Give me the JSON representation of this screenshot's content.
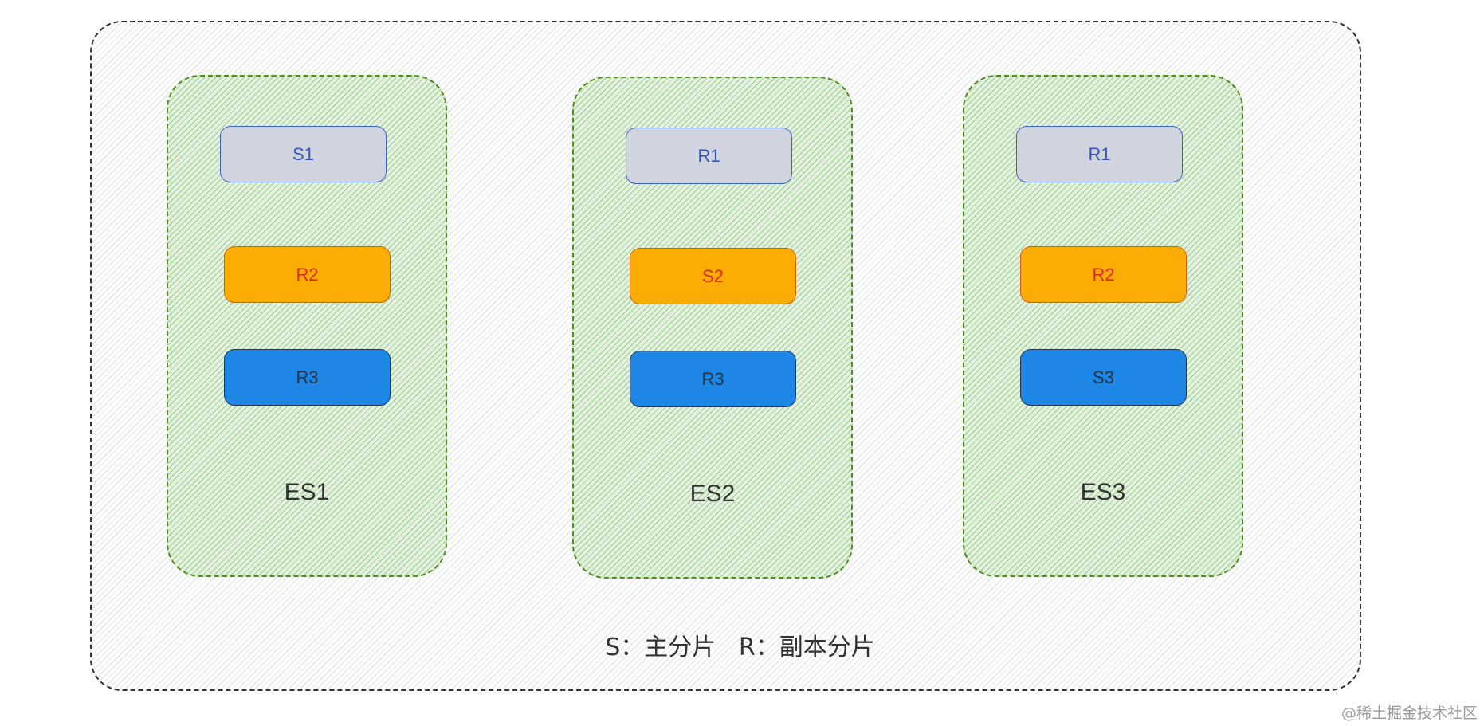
{
  "nodes": [
    {
      "label": "ES1",
      "shards": [
        {
          "label": "S1",
          "color": "gray"
        },
        {
          "label": "R2",
          "color": "orange"
        },
        {
          "label": "R3",
          "color": "blue"
        }
      ]
    },
    {
      "label": "ES2",
      "shards": [
        {
          "label": "R1",
          "color": "gray"
        },
        {
          "label": "S2",
          "color": "orange"
        },
        {
          "label": "R3",
          "color": "blue"
        }
      ]
    },
    {
      "label": "ES3",
      "shards": [
        {
          "label": "R1",
          "color": "gray"
        },
        {
          "label": "R2",
          "color": "orange"
        },
        {
          "label": "S3",
          "color": "blue"
        }
      ]
    }
  ],
  "legend": "S：主分片   R：副本分片",
  "watermark": "@稀土掘金技术社区",
  "colors": {
    "gray_fill": "#cfd4de",
    "orange_fill": "#fbad05",
    "blue_fill": "#1e86e5",
    "node_border": "#4e8f1a",
    "node_fill": "#e4f1de"
  }
}
